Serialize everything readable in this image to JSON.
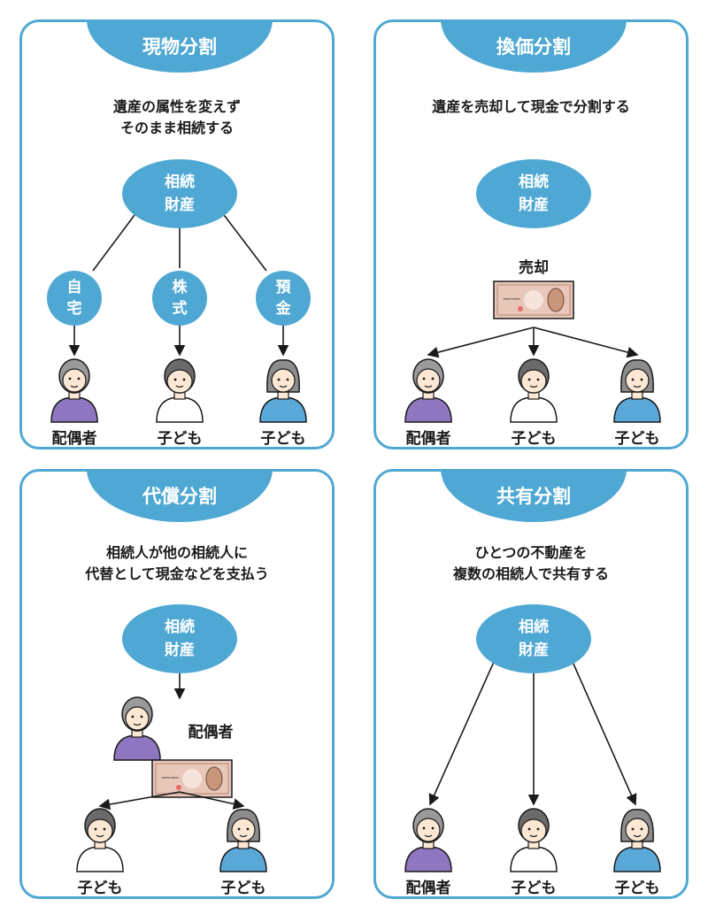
{
  "colors": {
    "accent": "#4fa8d3",
    "purple_shirt": "#8e77c0",
    "blue_shirt": "#5aa8d8",
    "hair_gray": "#9a9a9a",
    "hair_dark": "#6b6b6b",
    "skin": "#fbe7d4",
    "banknote": "#e8c6b8"
  },
  "panels": [
    {
      "title": "現物分割",
      "desc_lines": [
        "遺産の属性を変えず",
        "そのまま相続する"
      ],
      "estate": [
        "相続",
        "財産"
      ],
      "assets": [
        [
          "自",
          "宅"
        ],
        [
          "株",
          "式"
        ],
        [
          "預",
          "金"
        ]
      ],
      "people": [
        "配偶者",
        "子ども",
        "子ども"
      ]
    },
    {
      "title": "換価分割",
      "desc_lines": [
        "遺産を売却して現金で分割する"
      ],
      "estate": [
        "相続",
        "財産"
      ],
      "sale_label": "売却",
      "people": [
        "配偶者",
        "子ども",
        "子ども"
      ]
    },
    {
      "title": "代償分割",
      "desc_lines": [
        "相続人が他の相続人に",
        "代替として現金などを支払う"
      ],
      "estate": [
        "相続",
        "財産"
      ],
      "payer": "配偶者",
      "people": [
        "子ども",
        "子ども"
      ]
    },
    {
      "title": "共有分割",
      "desc_lines": [
        "ひとつの不動産を",
        "複数の相続人で共有する"
      ],
      "estate": [
        "相続",
        "財産"
      ],
      "people": [
        "配偶者",
        "子ども",
        "子ども"
      ]
    }
  ],
  "icons": {
    "person": "person-icon",
    "banknote": "banknote-icon"
  }
}
